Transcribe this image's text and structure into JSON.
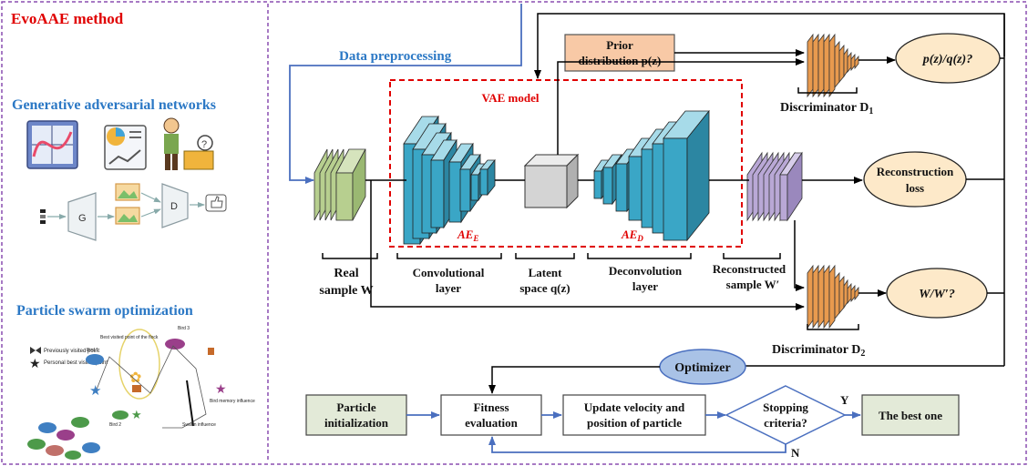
{
  "title": "EvoAAE method",
  "left_panel": {
    "gan_heading": "Generative adversarial networks",
    "gan_icons": [
      "sine-chart-icon",
      "report-chart-icon",
      "teacher-board-icon"
    ],
    "gan_pipeline": {
      "generator": "G",
      "discriminator": "D",
      "output_icon": "thumbs-up-icon"
    },
    "pso_heading": "Particle swarm optimization",
    "pso_legend": [
      {
        "icon": "bowtie-marker-icon",
        "label": "Previously visited point"
      },
      {
        "icon": "star-marker-icon",
        "label": "Personal best visited point"
      }
    ],
    "pso_labels": {
      "bird1": "Bird 1",
      "bird2": "Bird 2",
      "bird3": "Bird 3",
      "best_flock": "Best visited point of the flock",
      "memory": "Bird memory influence",
      "swarm": "Swarm influence"
    }
  },
  "diagram": {
    "data_preprocessing": "Data preprocessing",
    "prior_line1": "Prior",
    "prior_line2": "distribution p(z)",
    "vae_label": "VAE model",
    "ae_e_label": "AE",
    "ae_e_sub": "E",
    "ae_d_label": "AE",
    "ae_d_sub": "D",
    "disc1_label": "Discriminator D",
    "disc1_sub": "1",
    "disc2_label": "Discriminator D",
    "disc2_sub": "2",
    "p_over_q": "p(z)/q(z)?",
    "reconstruction_line1": "Reconstruction",
    "reconstruction_line2": "loss",
    "w_over_w": "W/W′?",
    "captions": {
      "real_line1": "Real",
      "real_line2": "sample W",
      "conv_line1": "Convolutional",
      "conv_line2": "layer",
      "latent_line1": "Latent",
      "latent_line2": "space q(z)",
      "deconv_line1": "Deconvolution",
      "deconv_line2": "layer",
      "recon_line1": "Reconstructed",
      "recon_line2": "sample W′"
    },
    "optimizer": "Optimizer",
    "pso_flow": {
      "init_line1": "Particle",
      "init_line2": "initialization",
      "fitness_line1": "Fitness",
      "fitness_line2": "evaluation",
      "update_line1": "Update velocity and",
      "update_line2": "position of particle",
      "stop_line1": "Stopping",
      "stop_line2": "criteria?",
      "best": "The best one",
      "yes": "Y",
      "no": "N"
    }
  },
  "colors": {
    "title_red": "#e00000",
    "heading_blue": "#2b78c5",
    "flow_blue": "#4a6fbf",
    "green_block": "#b7cf8f",
    "teal_block": "#3aa6c6",
    "lavender_block": "#b9a8d6",
    "orange_disc": "#e89a4e",
    "prior_fill": "#f8c9a6",
    "ellipse_fill": "#fde9c9",
    "optimizer_fill": "#a9c2e6",
    "box_green": "#e3ead8"
  }
}
